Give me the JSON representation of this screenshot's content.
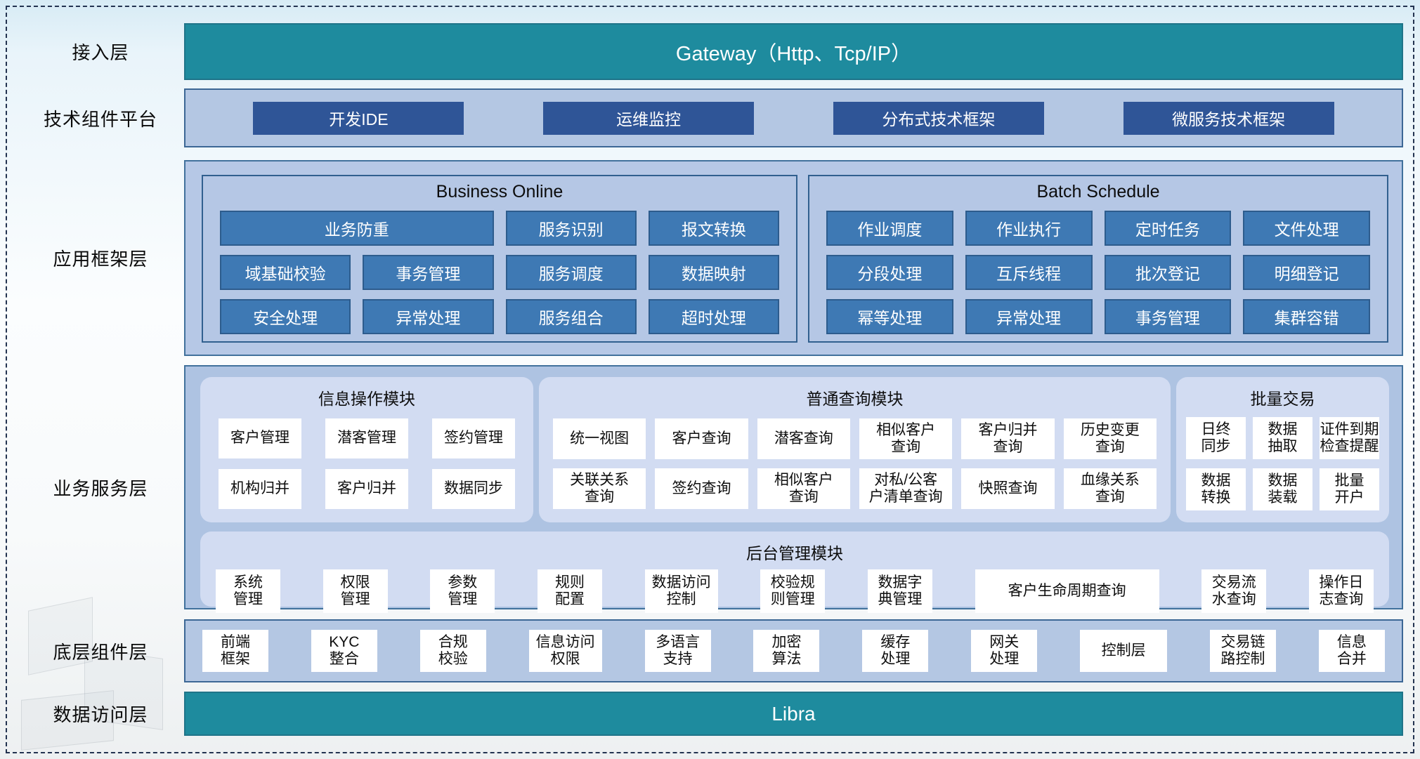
{
  "colors": {
    "teal_bar": "#1e8b9e",
    "dark_blue_button": "#2f5597",
    "steel_blue_button": "#3e79b4",
    "light_panel": "#b4c7e3",
    "framework_panel": "#b6c8e6",
    "module_box": "#d2dcf2",
    "panel_border": "#41719c",
    "dashed_border": "#233350"
  },
  "access_layer": {
    "label": "接入层",
    "title": "Gateway（Http、Tcp/IP）"
  },
  "tech_platform": {
    "label": "技术组件平台",
    "items": [
      "开发IDE",
      "运维监控",
      "分布式技术框架",
      "微服务技术框架"
    ]
  },
  "app_framework": {
    "label": "应用框架层",
    "business_online": {
      "title": "Business Online",
      "items": [
        {
          "label": "业务防重",
          "span": 2
        },
        "服务识别",
        "报文转换",
        "域基础校验",
        "事务管理",
        "服务调度",
        "数据映射",
        "安全处理",
        "异常处理",
        "服务组合",
        "超时处理"
      ]
    },
    "batch_schedule": {
      "title": "Batch Schedule",
      "items": [
        "作业调度",
        "作业执行",
        "定时任务",
        "文件处理",
        "分段处理",
        "互斥线程",
        "批次登记",
        "明细登记",
        "幂等处理",
        "异常处理",
        "事务管理",
        "集群容错"
      ]
    }
  },
  "business_service": {
    "label": "业务服务层",
    "info_module": {
      "title": "信息操作模块",
      "items": [
        "客户管理",
        "潜客管理",
        "签约管理",
        "机构归并",
        "客户归并",
        "数据同步"
      ]
    },
    "query_module": {
      "title": "普通查询模块",
      "items": [
        "统一视图",
        "客户查询",
        "潜客查询",
        "相似客户\n查询",
        "客户归并\n查询",
        "历史变更\n查询",
        "关联关系\n查询",
        "签约查询",
        "相似客户\n查询",
        "对私/公客\n户清单查询",
        "快照查询",
        "血缘关系\n查询"
      ]
    },
    "batch_trade_module": {
      "title": "批量交易",
      "items": [
        "日终\n同步",
        "数据\n抽取",
        "证件到期\n检查提醒",
        "数据\n转换",
        "数据\n装载",
        "批量\n开户"
      ]
    },
    "admin_module": {
      "title": "后台管理模块",
      "items": [
        "系统\n管理",
        "权限\n管理",
        "参数\n管理",
        "规则\n配置",
        "数据访问\n控制",
        "校验规\n则管理",
        "数据字\n典管理",
        {
          "label": "客户生命周期查询",
          "wide": true
        },
        "交易流\n水查询",
        "操作日\n志查询"
      ]
    }
  },
  "base_components": {
    "label": "底层组件层",
    "items": [
      "前端\n框架",
      "KYC\n整合",
      "合规\n校验",
      "信息访问\n权限",
      "多语言\n支持",
      "加密\n算法",
      "缓存\n处理",
      "网关\n处理",
      {
        "label": "控制层",
        "wide": true
      },
      "交易链\n路控制",
      "信息\n合并"
    ]
  },
  "data_access_layer": {
    "label": "数据访问层",
    "title": "Libra"
  }
}
